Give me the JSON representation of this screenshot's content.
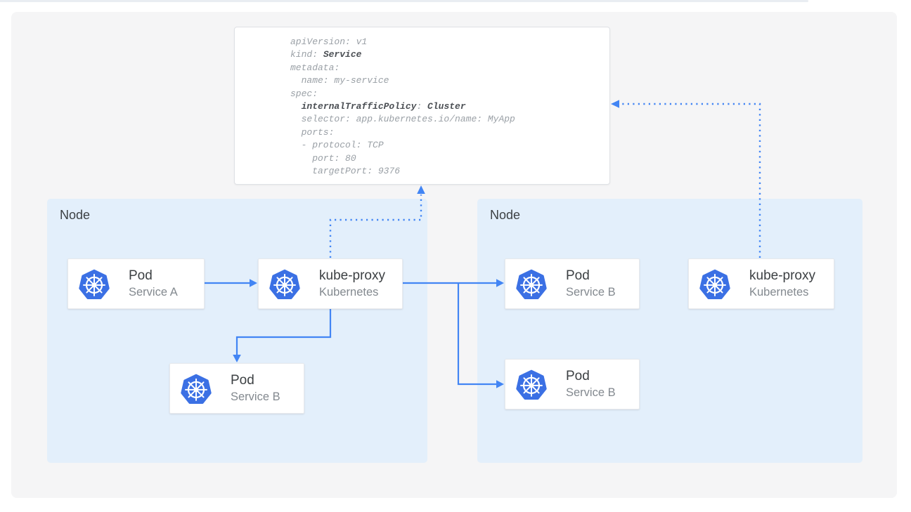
{
  "page": {
    "background": "#ffffff",
    "top_accent_color": "#e9edf2",
    "panel_color": "#f5f5f6"
  },
  "colors": {
    "arrow_blue": "#4285f4",
    "kubernetes_blue": "#3b70e4",
    "node_fill": "#e3effb",
    "card_title": "#3c4043",
    "card_subtitle": "#83898f",
    "code_text": "#9aa0a6",
    "code_bold": "#4b4f54"
  },
  "code_block": {
    "lines": [
      [
        {
          "t": "apiVersion: v1"
        }
      ],
      [
        {
          "t": "kind: "
        },
        {
          "t": "Service",
          "b": true
        }
      ],
      [
        {
          "t": "metadata:"
        }
      ],
      [
        {
          "t": "  name: my-service"
        }
      ],
      [
        {
          "t": "spec:"
        }
      ],
      [
        {
          "t": "  "
        },
        {
          "t": "internalTrafficPolicy",
          "b": true
        },
        {
          "t": ": "
        },
        {
          "t": "Cluster",
          "b": true
        }
      ],
      [
        {
          "t": "  selector: app.kubernetes.io/name: MyApp"
        }
      ],
      [
        {
          "t": "  ports:"
        }
      ],
      [
        {
          "t": "  - protocol: TCP"
        }
      ],
      [
        {
          "t": "    port: 80"
        }
      ],
      [
        {
          "t": "    targetPort: 9376"
        }
      ]
    ]
  },
  "nodes": [
    {
      "label": "Node",
      "cards": [
        {
          "title": "Pod",
          "subtitle": "Service A"
        },
        {
          "title": "kube-proxy",
          "subtitle": "Kubernetes"
        },
        {
          "title": "Pod",
          "subtitle": "Service B"
        }
      ]
    },
    {
      "label": "Node",
      "cards": [
        {
          "title": "Pod",
          "subtitle": "Service B"
        },
        {
          "title": "kube-proxy",
          "subtitle": "Kubernetes"
        },
        {
          "title": "Pod",
          "subtitle": "Service B"
        }
      ]
    }
  ]
}
